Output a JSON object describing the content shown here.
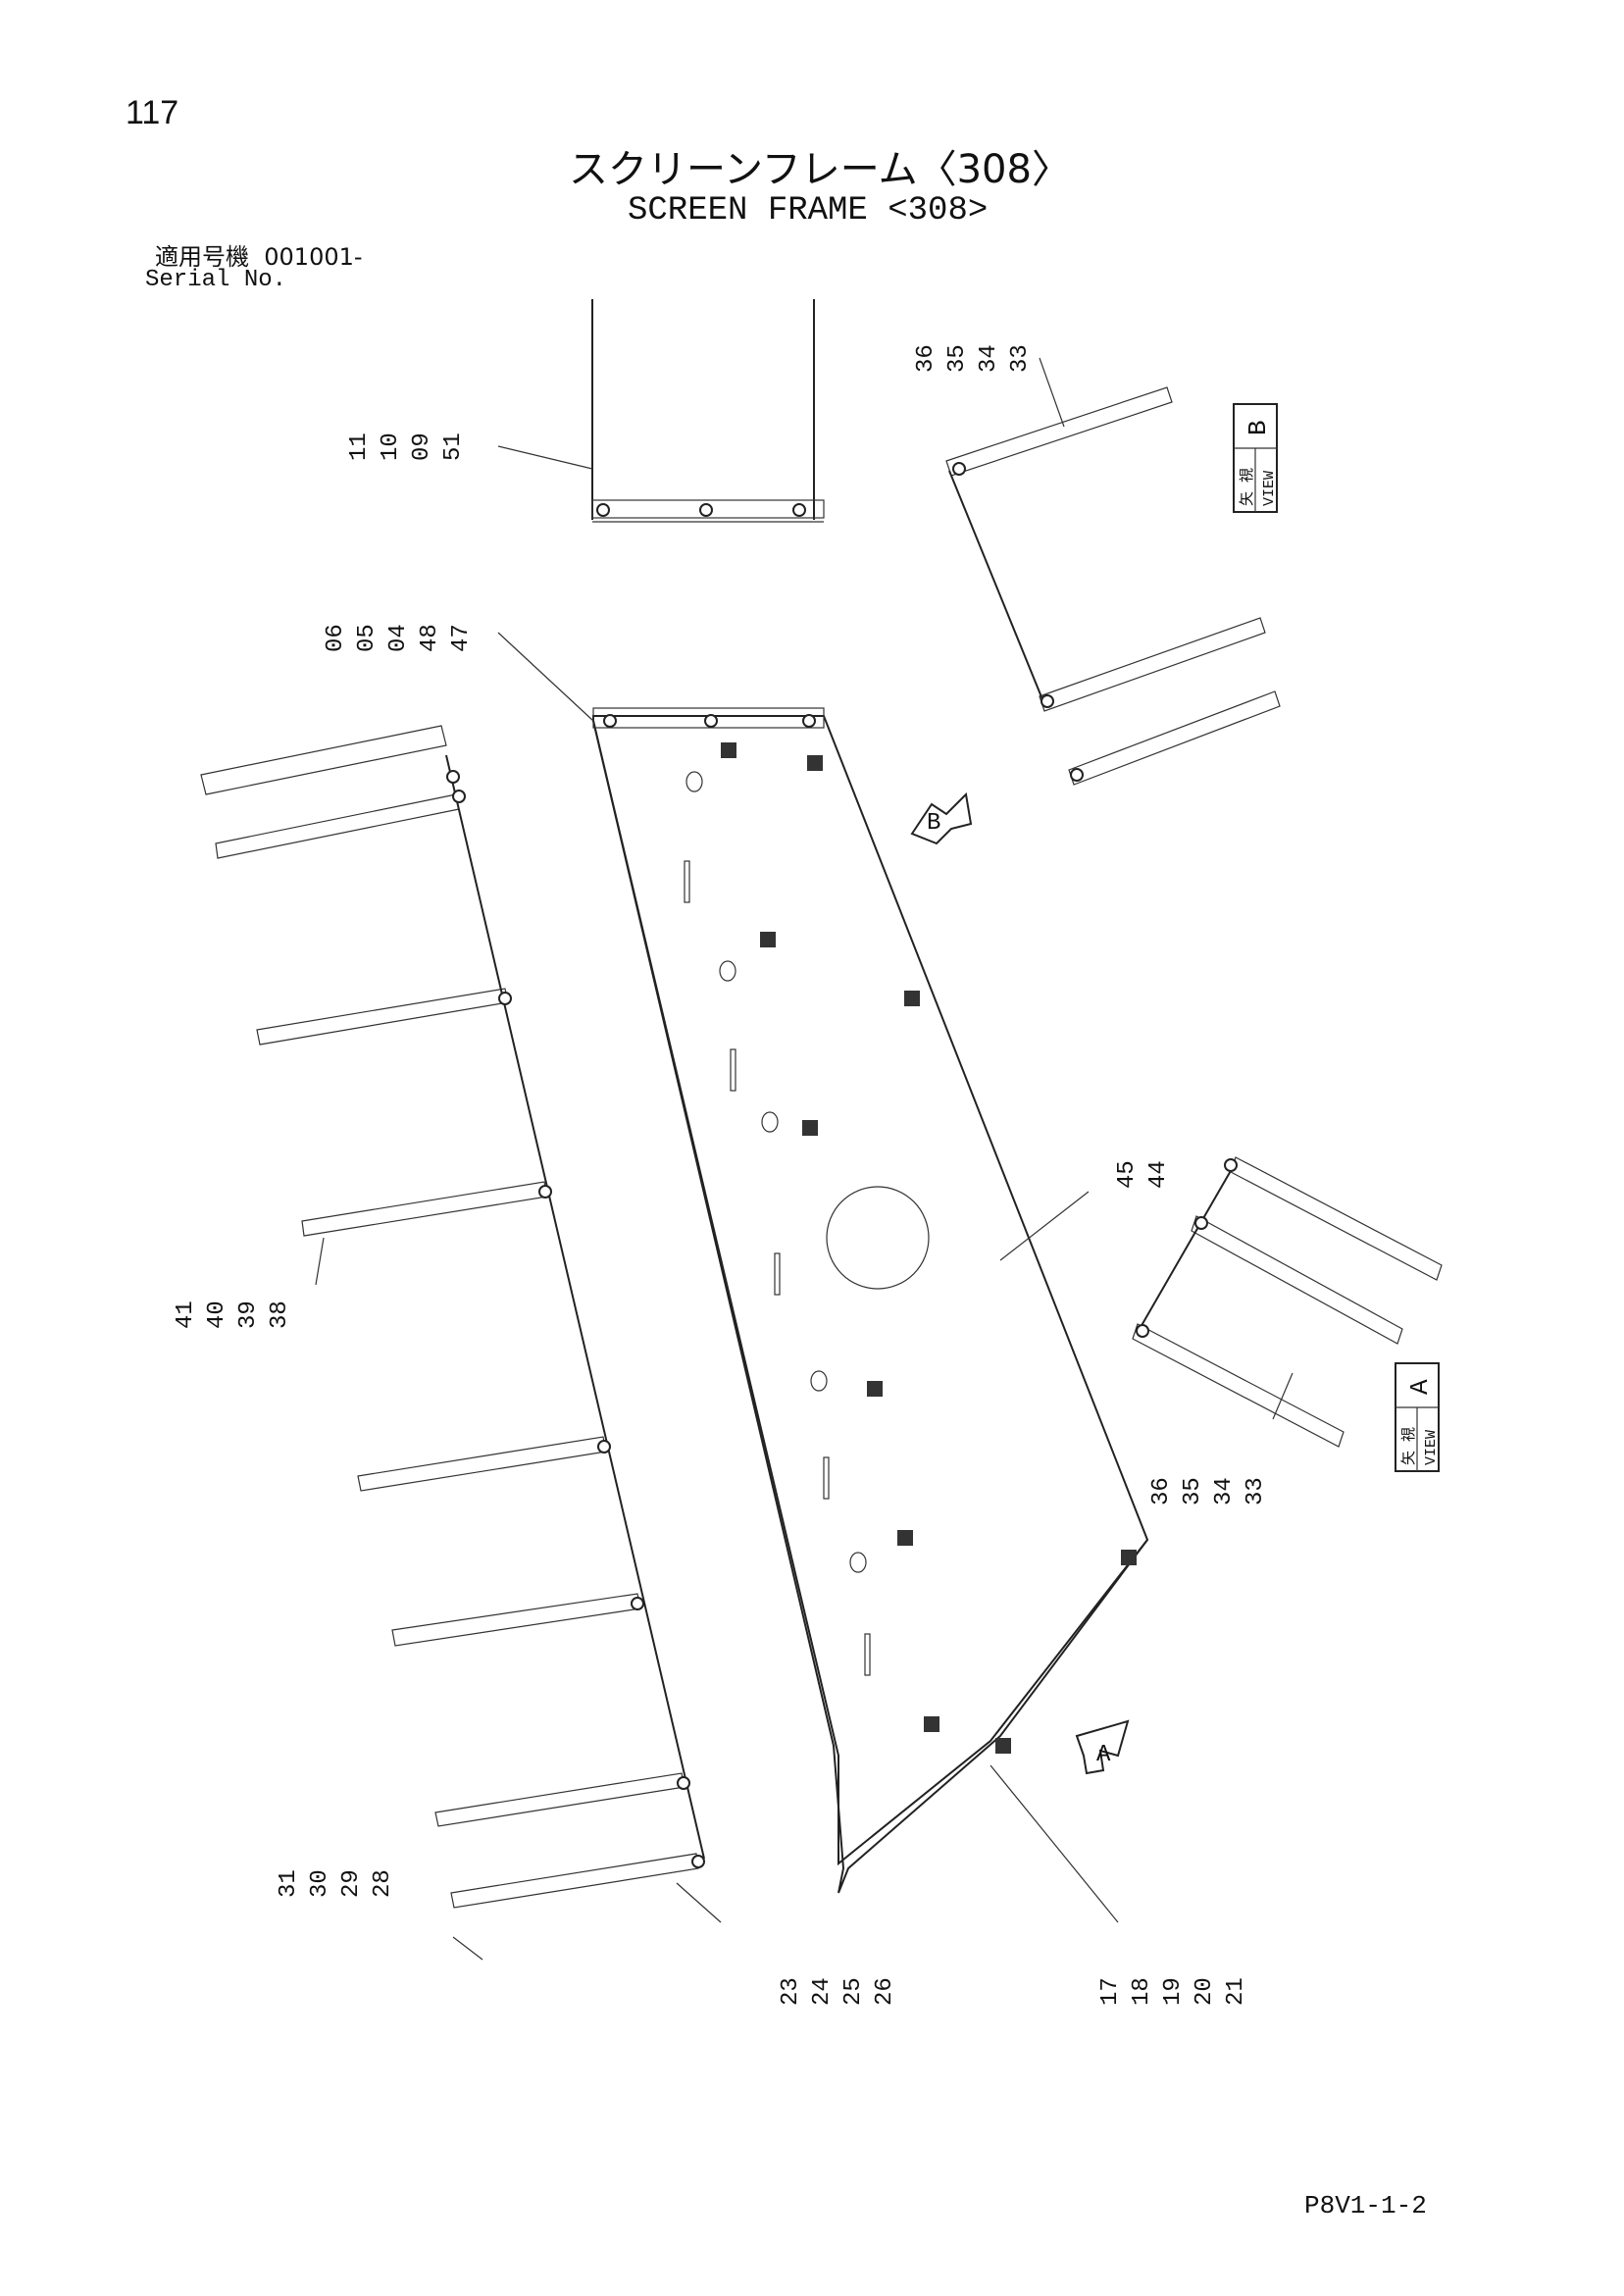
{
  "header": {
    "page_number": "117",
    "title_jp": "スクリーンフレーム〈308〉",
    "title_en": "SCREEN FRAME <308>",
    "serial_label_jp": "適用号機",
    "serial_value": "001001-",
    "serial_label_en": "Serial No."
  },
  "views": {
    "view_a_jp": "矢 視",
    "view_a_en": "VIEW",
    "view_a_letter": "A",
    "view_b_jp": "矢 視",
    "view_b_en": "VIEW",
    "view_b_letter": "B",
    "arrow_a_letter": "A",
    "arrow_b_letter": "B"
  },
  "callouts": {
    "group_top": [
      "11",
      "10",
      "09",
      "51"
    ],
    "group_top_frame": [
      "06",
      "05",
      "04",
      "48",
      "47"
    ],
    "group_view_b": [
      "36",
      "35",
      "34",
      "33"
    ],
    "group_center": [
      "45",
      "44"
    ],
    "group_left": [
      "41",
      "40",
      "39",
      "38"
    ],
    "group_view_a": [
      "36",
      "35",
      "34",
      "33"
    ],
    "group_bottom_left": [
      "31",
      "30",
      "29",
      "28"
    ],
    "group_bottom_mid": [
      "23",
      "24",
      "25",
      "26"
    ],
    "group_bottom_right": [
      "17",
      "18",
      "19",
      "20",
      "21"
    ]
  },
  "footer": {
    "doc_code": "P8V1-1-2"
  }
}
